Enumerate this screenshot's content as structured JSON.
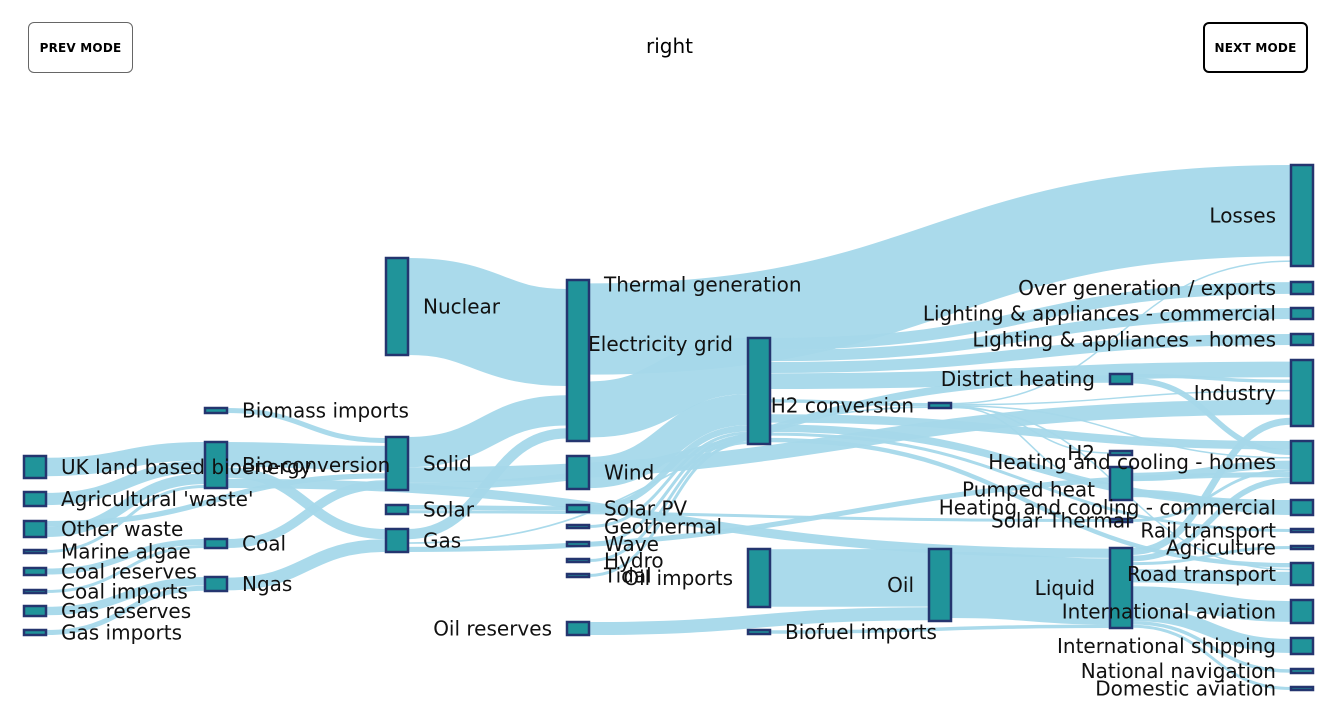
{
  "controls": {
    "prev_label": "PREV MODE",
    "next_label": "NEXT MODE",
    "mode": "right"
  },
  "colors": {
    "link": "#a5d8ea",
    "node_fill": "#20949a",
    "node_stroke": "#24356f",
    "label": "#111111"
  },
  "nodes": [
    {
      "id": "uk-land",
      "label": "UK land based bioenergy",
      "col": 0
    },
    {
      "id": "agri-waste",
      "label": "Agricultural 'waste'",
      "col": 0
    },
    {
      "id": "other-waste",
      "label": "Other waste",
      "col": 0
    },
    {
      "id": "marine-algae",
      "label": "Marine algae",
      "col": 0
    },
    {
      "id": "coal-reserves",
      "label": "Coal reserves",
      "col": 0
    },
    {
      "id": "coal-imports",
      "label": "Coal imports",
      "col": 0
    },
    {
      "id": "gas-reserves",
      "label": "Gas reserves",
      "col": 0
    },
    {
      "id": "gas-imports",
      "label": "Gas imports",
      "col": 0
    },
    {
      "id": "biomass-imports",
      "label": "Biomass imports",
      "col": 1
    },
    {
      "id": "bio-conversion",
      "label": "Bio-conversion",
      "col": 1
    },
    {
      "id": "coal",
      "label": "Coal",
      "col": 1
    },
    {
      "id": "ngas",
      "label": "Ngas",
      "col": 1
    },
    {
      "id": "nuclear",
      "label": "Nuclear",
      "col": 2
    },
    {
      "id": "solid",
      "label": "Solid",
      "col": 2
    },
    {
      "id": "solar",
      "label": "Solar",
      "col": 2
    },
    {
      "id": "gas",
      "label": "Gas",
      "col": 2
    },
    {
      "id": "thermal-gen",
      "label": "Thermal generation",
      "col": 3
    },
    {
      "id": "wind",
      "label": "Wind",
      "col": 3
    },
    {
      "id": "solar-pv",
      "label": "Solar PV",
      "col": 3
    },
    {
      "id": "geothermal",
      "label": "Geothermal",
      "col": 3
    },
    {
      "id": "wave",
      "label": "Wave",
      "col": 3
    },
    {
      "id": "hydro",
      "label": "Hydro",
      "col": 3
    },
    {
      "id": "tidal",
      "label": "Tidal",
      "col": 3
    },
    {
      "id": "oil-reserves",
      "label": "Oil reserves",
      "col": 3
    },
    {
      "id": "electricity-grid",
      "label": "Electricity grid",
      "col": 4
    },
    {
      "id": "oil-imports",
      "label": "Oil imports",
      "col": 4
    },
    {
      "id": "biofuel-imports",
      "label": "Biofuel imports",
      "col": 4
    },
    {
      "id": "h2-conversion",
      "label": "H2 conversion",
      "col": 5
    },
    {
      "id": "oil",
      "label": "Oil",
      "col": 5
    },
    {
      "id": "district-heating",
      "label": "District heating",
      "col": 6
    },
    {
      "id": "h2",
      "label": "H2",
      "col": 6
    },
    {
      "id": "pumped-heat",
      "label": "Pumped heat",
      "col": 6
    },
    {
      "id": "solar-thermal",
      "label": "Solar Thermal",
      "col": 6
    },
    {
      "id": "liquid",
      "label": "Liquid",
      "col": 6
    },
    {
      "id": "losses",
      "label": "Losses",
      "col": 7
    },
    {
      "id": "over-gen",
      "label": "Over generation / exports",
      "col": 7
    },
    {
      "id": "lighting-commercial",
      "label": "Lighting & appliances - commercial",
      "col": 7
    },
    {
      "id": "lighting-homes",
      "label": "Lighting & appliances - homes",
      "col": 7
    },
    {
      "id": "industry",
      "label": "Industry",
      "col": 7
    },
    {
      "id": "heating-homes",
      "label": "Heating and cooling - homes",
      "col": 7
    },
    {
      "id": "heating-commercial",
      "label": "Heating and cooling - commercial",
      "col": 7
    },
    {
      "id": "rail",
      "label": "Rail transport",
      "col": 7
    },
    {
      "id": "agriculture",
      "label": "Agriculture",
      "col": 7
    },
    {
      "id": "road",
      "label": "Road transport",
      "col": 7
    },
    {
      "id": "intl-aviation",
      "label": "International aviation",
      "col": 7
    },
    {
      "id": "intl-shipping",
      "label": "International shipping",
      "col": 7
    },
    {
      "id": "national-navigation",
      "label": "National navigation",
      "col": 7
    },
    {
      "id": "domestic-aviation",
      "label": "Domestic aviation",
      "col": 7
    }
  ],
  "links": [
    {
      "source": "uk-land",
      "target": "bio-conversion",
      "value": 6
    },
    {
      "source": "agri-waste",
      "target": "bio-conversion",
      "value": 4
    },
    {
      "source": "other-waste",
      "target": "bio-conversion",
      "value": 4
    },
    {
      "source": "other-waste",
      "target": "solid",
      "value": 2
    },
    {
      "source": "marine-algae",
      "target": "bio-conversion",
      "value": 1
    },
    {
      "source": "coal-reserves",
      "target": "coal",
      "value": 2
    },
    {
      "source": "coal-imports",
      "target": "coal",
      "value": 1
    },
    {
      "source": "gas-reserves",
      "target": "ngas",
      "value": 3
    },
    {
      "source": "gas-imports",
      "target": "ngas",
      "value": 2
    },
    {
      "source": "biomass-imports",
      "target": "solid",
      "value": 2
    },
    {
      "source": "bio-conversion",
      "target": "solid",
      "value": 8
    },
    {
      "source": "bio-conversion",
      "target": "gas",
      "value": 4
    },
    {
      "source": "bio-conversion",
      "target": "liquid",
      "value": 3
    },
    {
      "source": "coal",
      "target": "solid",
      "value": 3
    },
    {
      "source": "ngas",
      "target": "gas",
      "value": 5
    },
    {
      "source": "nuclear",
      "target": "thermal-gen",
      "value": 30
    },
    {
      "source": "solid",
      "target": "thermal-gen",
      "value": 8
    },
    {
      "source": "solid",
      "target": "industry",
      "value": 4
    },
    {
      "source": "solid",
      "target": "district-heating",
      "value": 2
    },
    {
      "source": "solar",
      "target": "solar-thermal",
      "value": 2
    },
    {
      "source": "solar",
      "target": "solar-pv",
      "value": 2
    },
    {
      "source": "gas",
      "target": "thermal-gen",
      "value": 4
    },
    {
      "source": "gas",
      "target": "h2-conversion",
      "value": 3
    },
    {
      "source": "gas",
      "target": "heating-homes",
      "value": 2
    },
    {
      "source": "thermal-gen",
      "target": "losses",
      "value": 28
    },
    {
      "source": "thermal-gen",
      "target": "electricity-grid",
      "value": 18
    },
    {
      "source": "wind",
      "target": "electricity-grid",
      "value": 10
    },
    {
      "source": "solar-pv",
      "target": "electricity-grid",
      "value": 2
    },
    {
      "source": "geothermal",
      "target": "electricity-grid",
      "value": 1
    },
    {
      "source": "wave",
      "target": "electricity-grid",
      "value": 1
    },
    {
      "source": "hydro",
      "target": "electricity-grid",
      "value": 1
    },
    {
      "source": "tidal",
      "target": "electricity-grid",
      "value": 1
    },
    {
      "source": "electricity-grid",
      "target": "over-gen",
      "value": 3
    },
    {
      "source": "electricity-grid",
      "target": "lighting-commercial",
      "value": 3
    },
    {
      "source": "electricity-grid",
      "target": "lighting-homes",
      "value": 3
    },
    {
      "source": "electricity-grid",
      "target": "h2-conversion",
      "value": 6
    },
    {
      "source": "electricity-grid",
      "target": "industry",
      "value": 4
    },
    {
      "source": "electricity-grid",
      "target": "heating-homes",
      "value": 3
    },
    {
      "source": "electricity-grid",
      "target": "heating-commercial",
      "value": 2
    },
    {
      "source": "electricity-grid",
      "target": "rail",
      "value": 1
    },
    {
      "source": "electricity-grid",
      "target": "road",
      "value": 2
    },
    {
      "source": "h2-conversion",
      "target": "losses",
      "value": 3
    },
    {
      "source": "h2-conversion",
      "target": "h2",
      "value": 1
    },
    {
      "source": "h2-conversion",
      "target": "industry",
      "value": 3
    },
    {
      "source": "h2-conversion",
      "target": "heating-homes",
      "value": 2
    },
    {
      "source": "h2-conversion",
      "target": "road",
      "value": 2
    },
    {
      "source": "h2-conversion",
      "target": "pumped-heat",
      "value": 2
    },
    {
      "source": "district-heating",
      "target": "heating-homes",
      "value": 2
    },
    {
      "source": "district-heating",
      "target": "industry",
      "value": 1
    },
    {
      "source": "pumped-heat",
      "target": "heating-homes",
      "value": 3
    },
    {
      "source": "pumped-heat",
      "target": "heating-commercial",
      "value": 2
    },
    {
      "source": "solar-thermal",
      "target": "heating-homes",
      "value": 1
    },
    {
      "source": "oil-reserves",
      "target": "oil",
      "value": 4
    },
    {
      "source": "oil-imports",
      "target": "oil",
      "value": 16
    },
    {
      "source": "biofuel-imports",
      "target": "liquid",
      "value": 1
    },
    {
      "source": "oil",
      "target": "liquid",
      "value": 19
    },
    {
      "source": "liquid",
      "target": "industry",
      "value": 2
    },
    {
      "source": "liquid",
      "target": "agriculture",
      "value": 1
    },
    {
      "source": "liquid",
      "target": "road",
      "value": 6
    },
    {
      "source": "liquid",
      "target": "intl-aviation",
      "value": 6
    },
    {
      "source": "liquid",
      "target": "intl-shipping",
      "value": 4
    },
    {
      "source": "liquid",
      "target": "national-navigation",
      "value": 1
    },
    {
      "source": "liquid",
      "target": "domestic-aviation",
      "value": 1
    },
    {
      "source": "liquid",
      "target": "heating-homes",
      "value": 2
    }
  ]
}
